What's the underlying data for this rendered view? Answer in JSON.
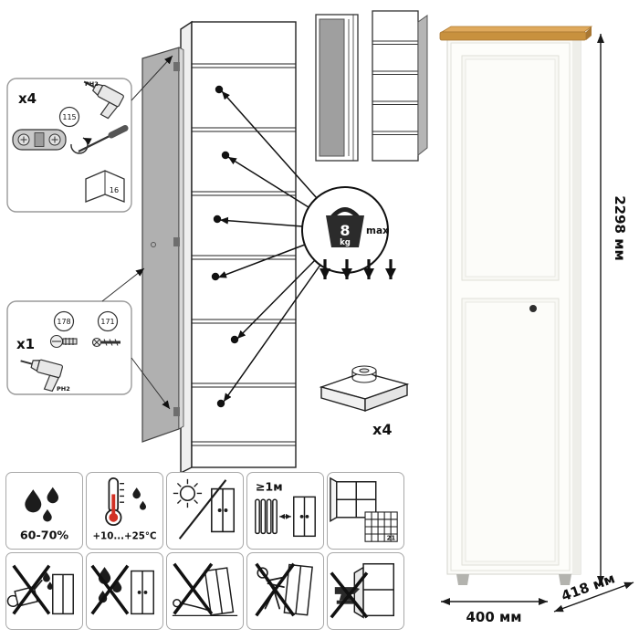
{
  "callout_hinges": {
    "qty": "x4",
    "part_no": "115",
    "book_page": "16",
    "bit": "PH2"
  },
  "callout_screws": {
    "qty": "x1",
    "part_a": "178",
    "part_b": "171",
    "bit": "PH2"
  },
  "load_limit": {
    "value": "8",
    "unit": "kg",
    "suffix": "max"
  },
  "feet": {
    "qty": "x4"
  },
  "care": {
    "items": [
      {
        "name": "humidity-allowed",
        "label": "60-70%"
      },
      {
        "name": "temperature-range",
        "label": "+10...+25°C"
      },
      {
        "name": "avoid-direct-sunlight",
        "label": ""
      },
      {
        "name": "keep-distance-from-heat",
        "label": "≥1м"
      },
      {
        "name": "ventilate-room",
        "label": "21"
      },
      {
        "name": "no-water-spill",
        "label": ""
      },
      {
        "name": "no-moisture",
        "label": ""
      },
      {
        "name": "no-dragging",
        "label": ""
      },
      {
        "name": "no-pushing-tipping",
        "label": ""
      },
      {
        "name": "no-heavy-objects",
        "label": ""
      }
    ]
  },
  "dimensions": {
    "height": "2298 мм",
    "width": "400 мм",
    "depth": "418 мм"
  },
  "colors": {
    "wood": "#c8913e",
    "door_gray": "#b0b0b0",
    "line": "#1a1a1a"
  }
}
